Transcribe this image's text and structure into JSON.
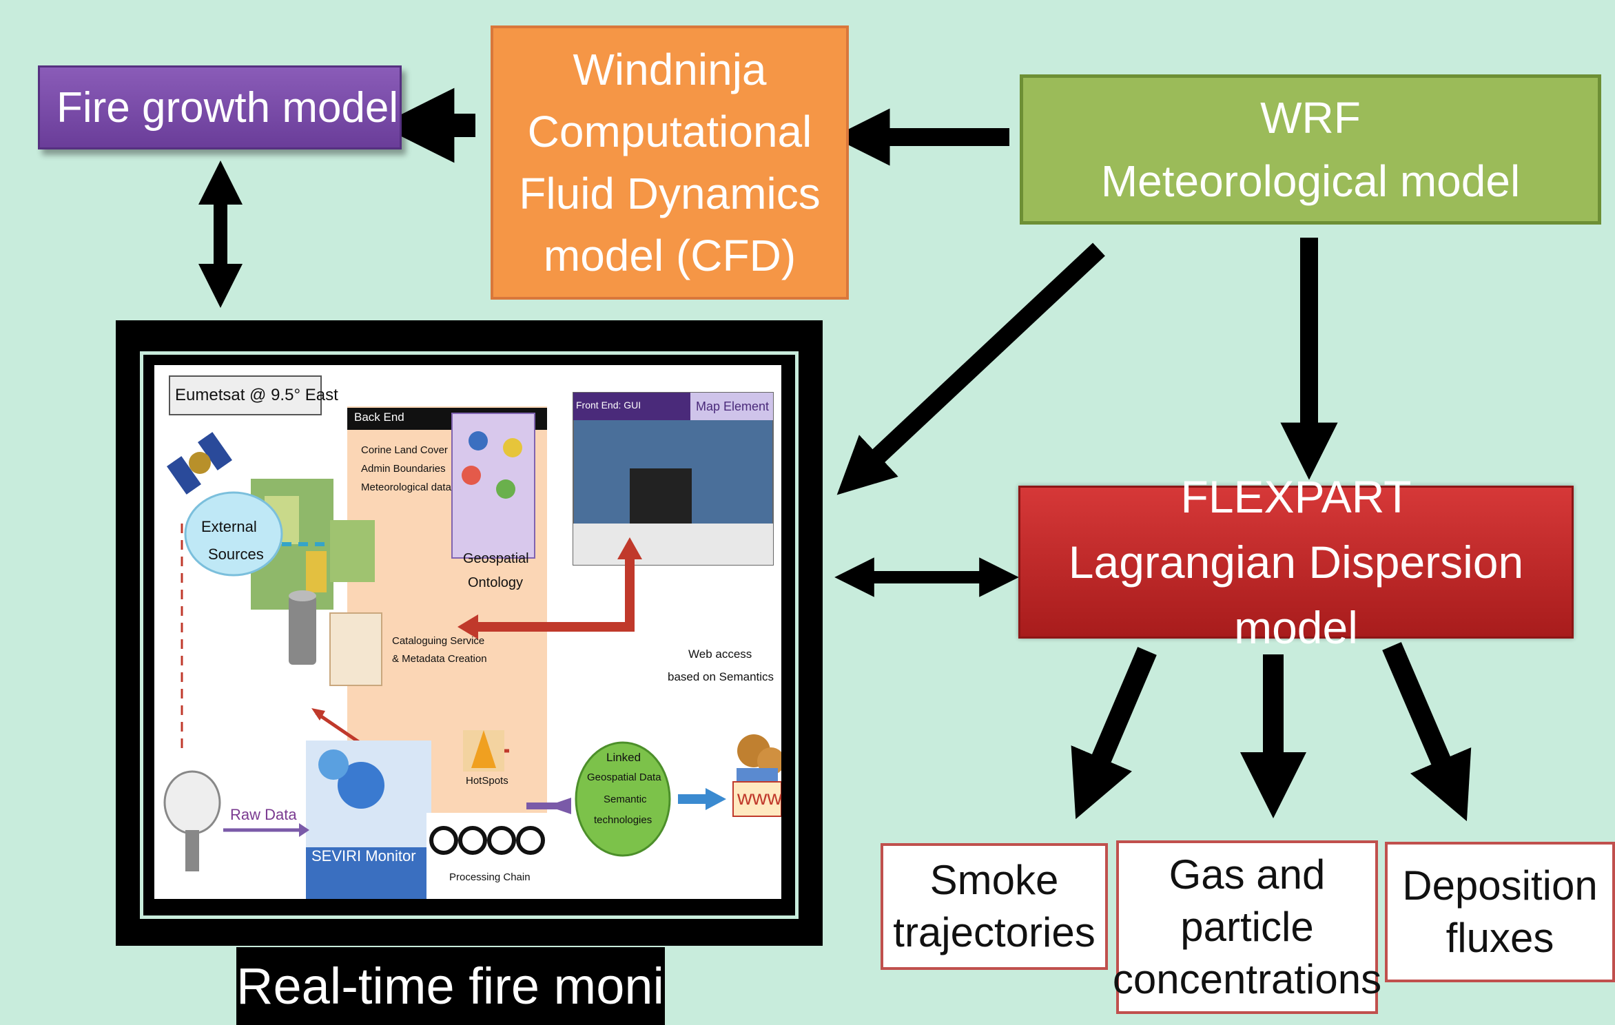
{
  "boxes": {
    "fire_growth": "Fire growth model",
    "windninja": [
      "Windninja",
      "Computational",
      "Fluid Dynamics",
      "model (CFD)"
    ],
    "wrf": [
      "WRF",
      "Meteorological model"
    ],
    "flexpart": [
      "FLEXPART",
      "Lagrangian Dispersion model"
    ],
    "smoke": [
      "Smoke",
      "trajectories"
    ],
    "gas": [
      "Gas and",
      "particle",
      "concentrations"
    ],
    "deposition": [
      "Deposition",
      "fluxes"
    ]
  },
  "monitoring": {
    "caption": "Real-time fire monitoring",
    "eumetsat": "Eumetsat @ 9.5° East",
    "back_end": "Back End",
    "back_end_items": [
      "Corine Land Cover",
      "Admin Boundaries",
      "Meteorological data"
    ],
    "external_sources": [
      "External",
      "Sources"
    ],
    "geospatial_ontology": [
      "Geospatial",
      "Ontology"
    ],
    "cataloguing": [
      "Cataloguing Service",
      "& Metadata Creation"
    ],
    "front_end": "Front End: GUI",
    "map_element": "Map Element",
    "web_access": [
      "Web access",
      "based on Semantics"
    ],
    "raw_data": "Raw Data",
    "seviri": "SEVIRI Monitor",
    "hotspots": "HotSpots",
    "processing_chain": "Processing Chain",
    "linked_data": [
      "Linked",
      "Geospatial Data",
      "Semantic",
      "technologies"
    ],
    "www": "www"
  },
  "colors": {
    "background": "#c8ecdc",
    "fire_growth": "#7a4ca8",
    "windninja": "#f59646",
    "wrf": "#9bbb59",
    "flexpart": "#c0282a",
    "output_border": "#c0504d"
  }
}
